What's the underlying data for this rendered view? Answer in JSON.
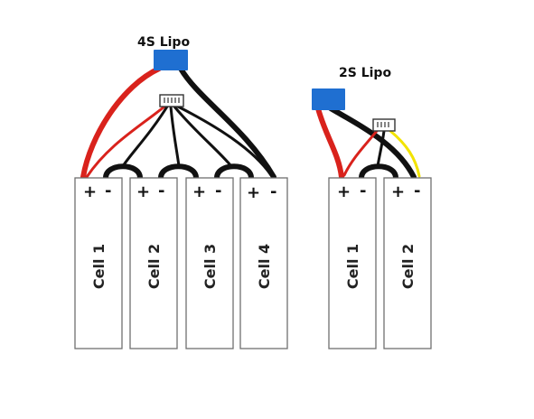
{
  "colors": {
    "positive_wire": "#d9221c",
    "negative_wire": "#111111",
    "balance_wire_yellow": "#f2e300",
    "connector_blue": "#1f6fd1"
  },
  "packs": [
    {
      "title": "4S Lipo",
      "cells": [
        {
          "label": "Cell 1",
          "plus": "+",
          "minus": "-"
        },
        {
          "label": "Cell 2",
          "plus": "+",
          "minus": "-"
        },
        {
          "label": "Cell 3",
          "plus": "+",
          "minus": "-"
        },
        {
          "label": "Cell 4",
          "plus": "+",
          "minus": "-"
        }
      ]
    },
    {
      "title": "2S Lipo",
      "cells": [
        {
          "label": "Cell 1",
          "plus": "+",
          "minus": "-"
        },
        {
          "label": "Cell 2",
          "plus": "+",
          "minus": "-"
        }
      ]
    }
  ]
}
